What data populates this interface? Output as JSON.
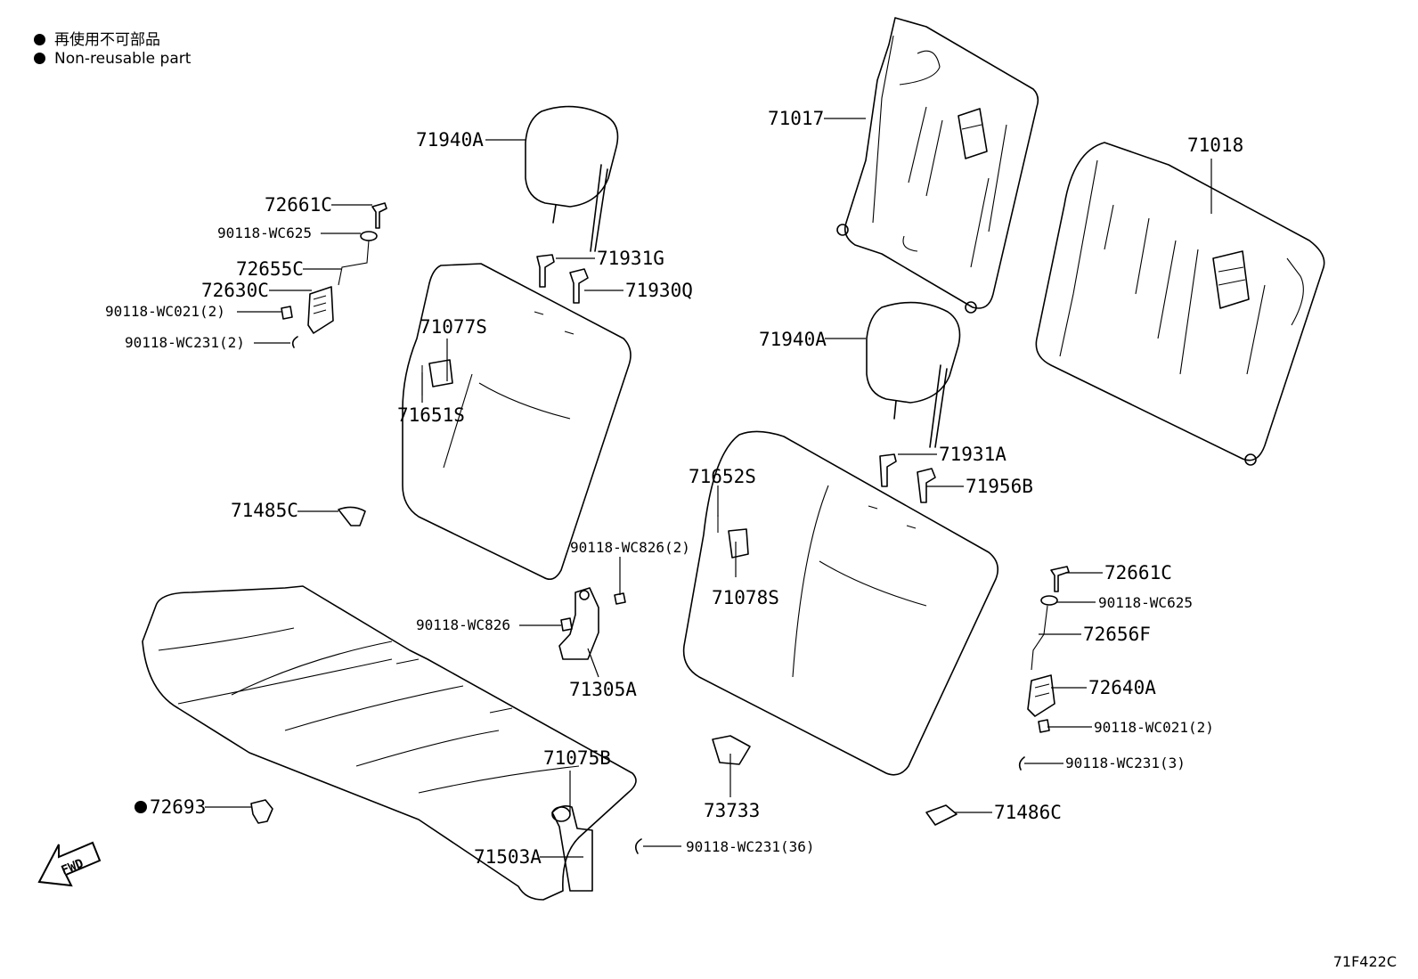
{
  "legend": {
    "japanese": "再使用不可部品",
    "english": "Non-reusable part"
  },
  "diagram_code": "71F422C",
  "fwd_label": "FWD",
  "labels": {
    "l_71940A_left": "71940A",
    "l_72661C_left": "72661C",
    "l_90118WC625_left": "90118-WC625",
    "l_72655C": "72655C",
    "l_72630C": "72630C",
    "l_90118WC021_left": "90118-WC021(2)",
    "l_90118WC231_2": "90118-WC231(2)",
    "l_71931G": "71931G",
    "l_71930Q": "71930Q",
    "l_71077S": "71077S",
    "l_71651S": "71651S",
    "l_71485C": "71485C",
    "l_90118WC826_2": "90118-WC826(2)",
    "l_90118WC826": "90118-WC826",
    "l_71305A": "71305A",
    "l_71075B": "71075B",
    "l_72693": "72693",
    "l_71503A": "71503A",
    "l_90118WC231_36": "90118-WC231(36)",
    "l_71017": "71017",
    "l_71018": "71018",
    "l_71940A_right": "71940A",
    "l_71931A": "71931A",
    "l_71956B": "71956B",
    "l_71652S": "71652S",
    "l_71078S": "71078S",
    "l_73733": "73733",
    "l_71486C": "71486C",
    "l_72661C_right": "72661C",
    "l_90118WC625_right": "90118-WC625",
    "l_72656F": "72656F",
    "l_72640A": "72640A",
    "l_90118WC021_right": "90118-WC021(2)",
    "l_90118WC231_3": "90118-WC231(3)"
  }
}
